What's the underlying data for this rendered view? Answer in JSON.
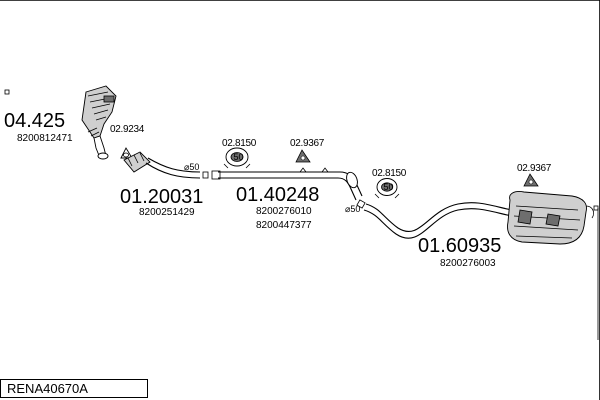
{
  "diagram": {
    "reference": "RENA40670A",
    "parts": [
      {
        "part_no": "04.425",
        "oe_no": "8200812471"
      },
      {
        "part_no": "01.20031",
        "oe_no": "8200251429"
      },
      {
        "part_no": "01.40248",
        "oe_no": "8200276010",
        "oe_no_2": "8200447377"
      },
      {
        "part_no": "01.60935",
        "oe_no": "8200276003"
      }
    ],
    "fittings": [
      {
        "part_no": "02.9234"
      },
      {
        "part_no": "02.8150"
      },
      {
        "part_no": "02.9367"
      },
      {
        "part_no": "02.8150"
      },
      {
        "part_no": "02.9367"
      }
    ],
    "diameters": [
      "⌀50",
      "⌀50"
    ],
    "clamp_size": "50"
  }
}
